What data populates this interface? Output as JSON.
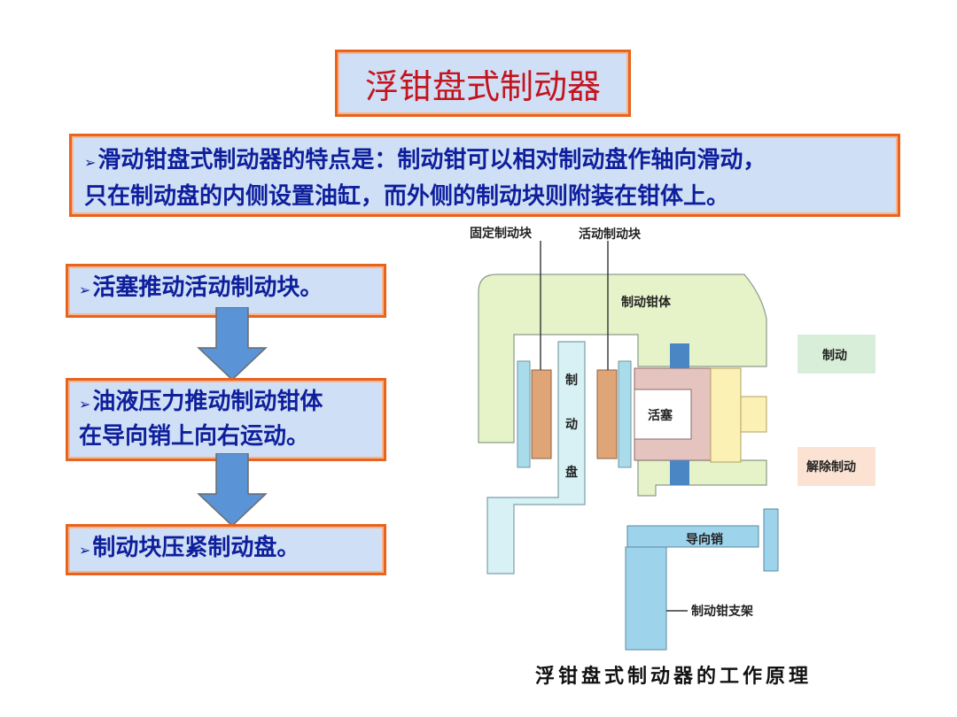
{
  "title": "浮钳盘式制动器",
  "intro": {
    "line1": "滑动钳盘式制动器的特点是：制动钳可以相对制动盘作轴向滑动，",
    "line2": "只在制动盘的内侧设置油缸，而外侧的制动块则附装在钳体上。"
  },
  "steps": [
    {
      "lines": [
        "活塞推动活动制动块。"
      ]
    },
    {
      "lines": [
        "油液压力推动制动钳体",
        "在导向销上向右运动。"
      ]
    },
    {
      "lines": [
        "制动块压紧制动盘。"
      ]
    }
  ],
  "diagram": {
    "fixed_pad": "固定制动块",
    "moving_pad": "活动制动块",
    "caliper_body": "制动钳体",
    "disc_1": "制",
    "disc_2": "动",
    "disc_3": "盘",
    "piston": "活塞",
    "guide_pin": "导向销",
    "bracket": "制动钳支架",
    "legend_brake": "制动",
    "legend_release": "解除制动",
    "caption": "浮钳盘式制动器的工作原理"
  },
  "colors": {
    "box_fill": "#cfe0f6",
    "box_border": "#e8641e",
    "title_text": "#c4141e",
    "body_text": "#0f1f9c",
    "arrow": "#5a93d6",
    "caliper": "#e6f3c8",
    "disc": "#d7f1f4",
    "pad": "#e0a577",
    "piston": "#e5c3be",
    "pin": "#9ed3ec",
    "brake_legend": "#d8eed8",
    "release_legend": "#fbe2d2"
  }
}
